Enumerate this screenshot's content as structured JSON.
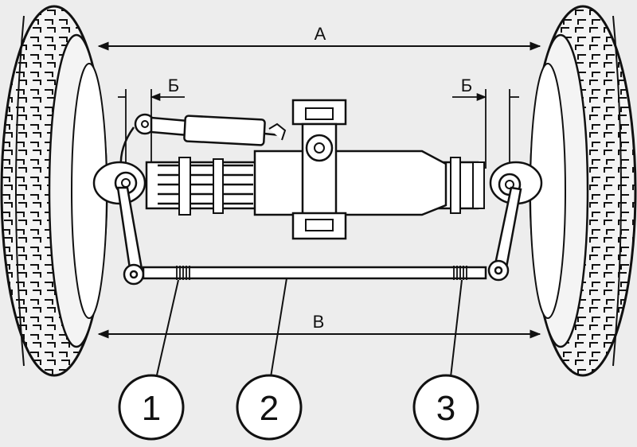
{
  "dimensions": {
    "wheel_track": "А",
    "toe_front": "Б",
    "toe_rear": "В"
  },
  "callouts": [
    "1",
    "2",
    "3"
  ],
  "colors": {
    "background": "#ededed",
    "ink": "#111111",
    "fill": "#ffffff",
    "tire": "#f4f4f4"
  }
}
